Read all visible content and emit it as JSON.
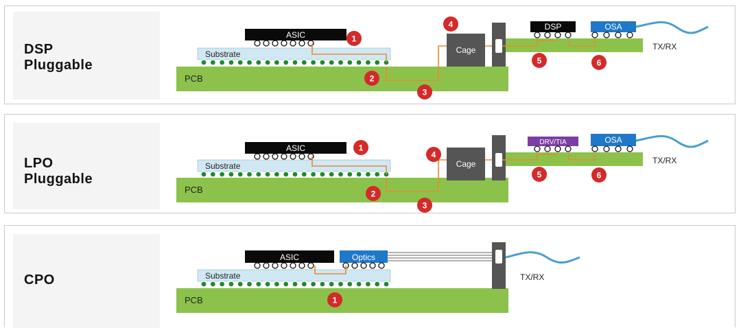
{
  "panels": [
    {
      "title_line1": "DSP",
      "title_line2": "Pluggable",
      "chip": "ASIC",
      "substrate": "Substrate",
      "pcb": "PCB",
      "cage": "Cage",
      "module_chip_a": "DSP",
      "module_chip_b": "OSA",
      "txrx": "TX/RX",
      "markers": [
        "1",
        "2",
        "3",
        "4",
        "5",
        "6"
      ]
    },
    {
      "title_line1": "LPO",
      "title_line2": "Pluggable",
      "chip": "ASIC",
      "substrate": "Substrate",
      "pcb": "PCB",
      "cage": "Cage",
      "module_chip_a": "DRV/TIA",
      "module_chip_b": "OSA",
      "txrx": "TX/RX",
      "markers": [
        "1",
        "2",
        "3",
        "4",
        "5",
        "6"
      ]
    },
    {
      "title_line1": "CPO",
      "chip": "ASIC",
      "optics": "Optics",
      "substrate": "Substrate",
      "pcb": "PCB",
      "txrx": "TX/RX",
      "markers": [
        "1"
      ]
    }
  ],
  "colors": {
    "pcb": "#8cc24b",
    "substrate": "#cfe8f4",
    "chip_black": "#0a0a0a",
    "chip_blue": "#1f78c8",
    "chip_purple": "#7b3ea3",
    "marker_red": "#d42a2a",
    "trace_orange": "#e98a2c",
    "cage_gray": "#555555",
    "fiber_blue": "#4a9fcf",
    "ball_green": "#1e8a2e"
  }
}
